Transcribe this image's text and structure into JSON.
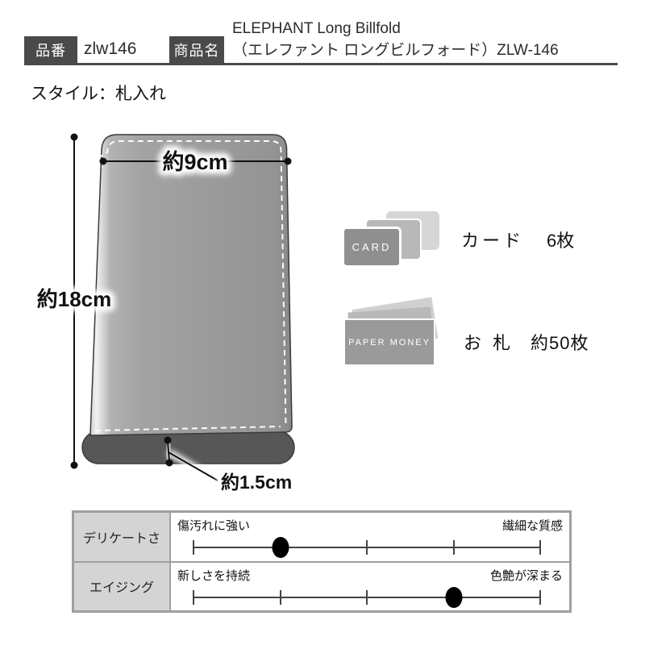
{
  "header": {
    "item_label": "品番",
    "item_value": "zlw146",
    "name_label": "商品名",
    "name_line1": "ELEPHANT Long Billfold",
    "name_line2": "（エレファント ロングビルフォード）ZLW-146"
  },
  "style_line": "スタイル：札入れ",
  "diagram": {
    "width_label": "約9cm",
    "height_label": "約18cm",
    "thickness_label": "約1.5cm"
  },
  "capacity": {
    "card": {
      "icon_text": "CARD",
      "label": "カード",
      "value": "6枚"
    },
    "money": {
      "icon_text": "PAPER MONEY",
      "label": "お 札",
      "value": "約50枚"
    }
  },
  "table": {
    "rows": [
      {
        "label": "デリケートさ",
        "left": "傷汚れに強い",
        "right": "繊細な質感",
        "position": 25
      },
      {
        "label": "エイジング",
        "left": "新しさを持続",
        "right": "色艶が深まる",
        "position": 75
      }
    ]
  },
  "colors": {
    "tag_bg": "#4a4a4a",
    "wallet_body": "#9c9c9c",
    "wallet_spine": "#575757",
    "table_border": "#9f9f9f",
    "label_cell_bg": "#d4d4d4",
    "dot": "#000000"
  }
}
